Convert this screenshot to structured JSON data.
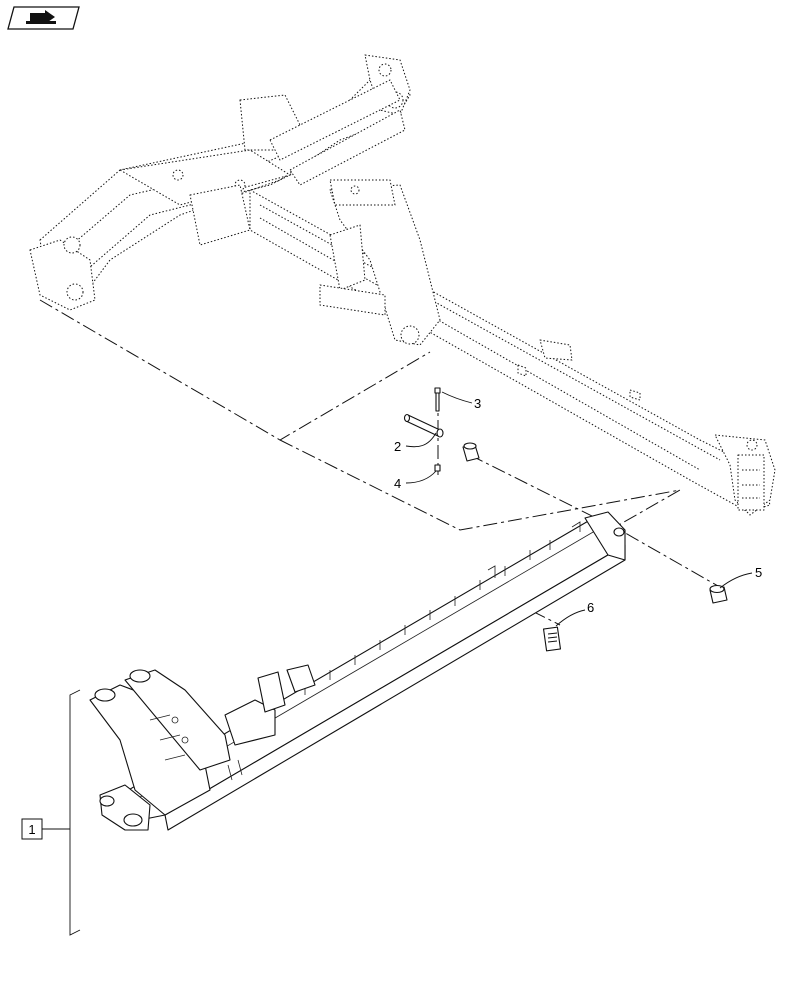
{
  "nav_icon": {
    "name": "page-nav-arrow-icon"
  },
  "callouts": {
    "c1": "1",
    "c2": "2",
    "c3": "3",
    "c4": "4",
    "c5": "5",
    "c6": "6"
  }
}
